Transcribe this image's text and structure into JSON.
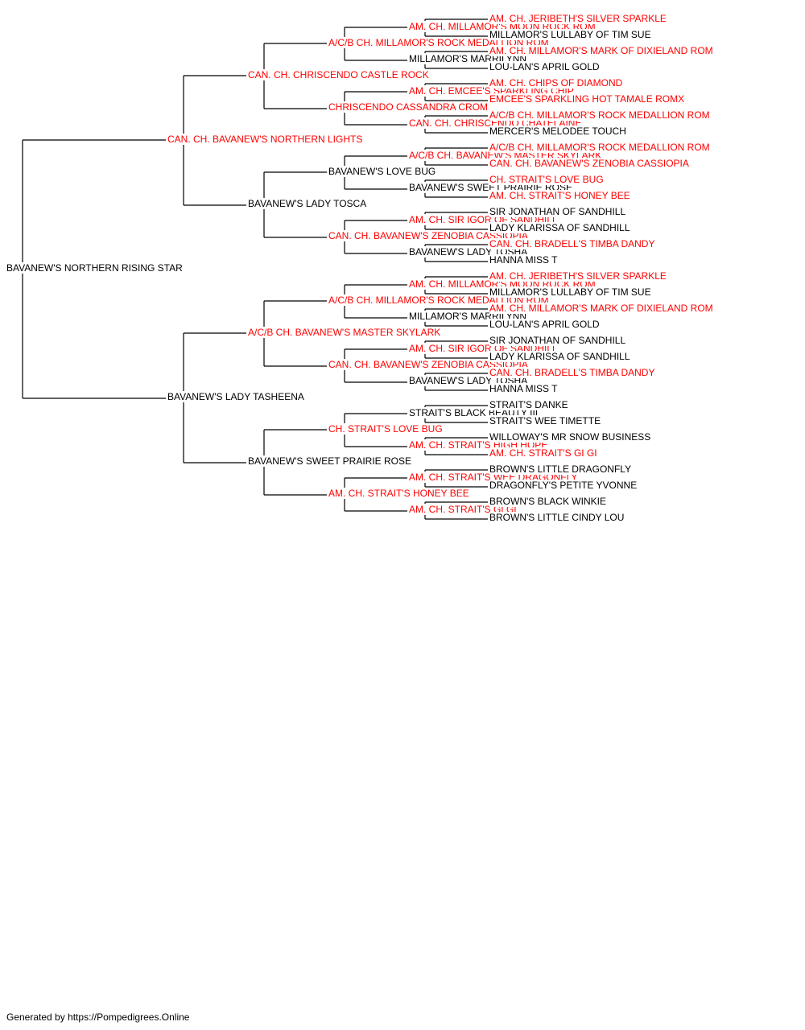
{
  "colors": {
    "champion": "#ff0000",
    "regular": "#000000",
    "line": "#000000"
  },
  "tree": {
    "name": "BAVANEW'S NORTHERN RISING STAR",
    "ch": false,
    "sire": {
      "name": "CAN. CH. BAVANEW'S NORTHERN LIGHTS",
      "ch": true,
      "sire": {
        "name": "CAN. CH. CHRISCENDO CASTLE ROCK",
        "ch": true,
        "sire": {
          "name": "A/C/B CH. MILLAMOR'S ROCK MEDALLION ROM",
          "ch": true,
          "sire": {
            "name": "AM. CH. MILLAMOR'S MOON ROCK ROM",
            "ch": true,
            "sire": {
              "name": "AM. CH. JERIBETH'S SILVER SPARKLE",
              "ch": true
            },
            "dam": {
              "name": "MILLAMOR'S LULLABY OF TIM SUE",
              "ch": false
            }
          },
          "dam": {
            "name": "MILLAMOR'S MARRILYNN",
            "ch": false,
            "sire": {
              "name": "AM. CH. MILLAMOR'S MARK OF DIXIELAND ROM",
              "ch": true
            },
            "dam": {
              "name": "LOU-LAN'S APRIL GOLD",
              "ch": false
            }
          }
        },
        "dam": {
          "name": "CHRISCENDO CASSANDRA CROM",
          "ch": true,
          "sire": {
            "name": "AM. CH. EMCEE'S SPARKLING CHIP",
            "ch": true,
            "sire": {
              "name": "AM. CH. CHIPS OF DIAMOND",
              "ch": true
            },
            "dam": {
              "name": "EMCEE'S SPARKLING HOT TAMALE ROMX",
              "ch": true
            }
          },
          "dam": {
            "name": "CAN. CH. CHRISCENDO CHATELAINE",
            "ch": true,
            "sire": {
              "name": "A/C/B CH. MILLAMOR'S ROCK MEDALLION ROM",
              "ch": true
            },
            "dam": {
              "name": "MERCER'S MELODEE TOUCH",
              "ch": false
            }
          }
        }
      },
      "dam": {
        "name": "BAVANEW'S LADY TOSCA",
        "ch": false,
        "sire": {
          "name": "BAVANEW'S LOVE BUG",
          "ch": false,
          "sire": {
            "name": "A/C/B CH. BAVANEW'S MASTER SKYLARK",
            "ch": true,
            "sire": {
              "name": "A/C/B CH. MILLAMOR'S ROCK MEDALLION ROM",
              "ch": true
            },
            "dam": {
              "name": "CAN. CH. BAVANEW'S ZENOBIA CASSIOPIA",
              "ch": true
            }
          },
          "dam": {
            "name": "BAVANEW'S SWEET PRAIRIE ROSE",
            "ch": false,
            "sire": {
              "name": "CH. STRAIT'S LOVE BUG",
              "ch": true
            },
            "dam": {
              "name": "AM. CH. STRAIT'S HONEY BEE",
              "ch": true
            }
          }
        },
        "dam": {
          "name": "CAN. CH. BAVANEW'S ZENOBIA CASSIOPIA",
          "ch": true,
          "sire": {
            "name": "AM. CH. SIR IGOR OF SANDHILL",
            "ch": true,
            "sire": {
              "name": "SIR JONATHAN OF SANDHILL",
              "ch": false
            },
            "dam": {
              "name": "LADY KLARISSA OF SANDHILL",
              "ch": false
            }
          },
          "dam": {
            "name": "BAVANEW'S LADY TOSHA",
            "ch": false,
            "sire": {
              "name": "CAN. CH. BRADELL'S TIMBA DANDY",
              "ch": true
            },
            "dam": {
              "name": "HANNA MISS T",
              "ch": false
            }
          }
        }
      }
    },
    "dam": {
      "name": "BAVANEW'S LADY TASHEENA",
      "ch": false,
      "sire": {
        "name": "A/C/B CH. BAVANEW'S MASTER SKYLARK",
        "ch": true,
        "sire": {
          "name": "A/C/B CH. MILLAMOR'S ROCK MEDALLION ROM",
          "ch": true,
          "sire": {
            "name": "AM. CH. MILLAMOR'S MOON ROCK ROM",
            "ch": true,
            "sire": {
              "name": "AM. CH. JERIBETH'S SILVER SPARKLE",
              "ch": true
            },
            "dam": {
              "name": "MILLAMOR'S LULLABY OF TIM SUE",
              "ch": false
            }
          },
          "dam": {
            "name": "MILLAMOR'S MARRILYNN",
            "ch": false,
            "sire": {
              "name": "AM. CH. MILLAMOR'S MARK OF DIXIELAND ROM",
              "ch": true
            },
            "dam": {
              "name": "LOU-LAN'S APRIL GOLD",
              "ch": false
            }
          }
        },
        "dam": {
          "name": "CAN. CH. BAVANEW'S ZENOBIA CASSIOPIA",
          "ch": true,
          "sire": {
            "name": "AM. CH. SIR IGOR OF SANDHILL",
            "ch": true,
            "sire": {
              "name": "SIR JONATHAN OF SANDHILL",
              "ch": false
            },
            "dam": {
              "name": "LADY KLARISSA OF SANDHILL",
              "ch": false
            }
          },
          "dam": {
            "name": "BAVANEW'S LADY TOSHA",
            "ch": false,
            "sire": {
              "name": "CAN. CH. BRADELL'S TIMBA DANDY",
              "ch": true
            },
            "dam": {
              "name": "HANNA MISS T",
              "ch": false
            }
          }
        }
      },
      "dam": {
        "name": "BAVANEW'S SWEET PRAIRIE ROSE",
        "ch": false,
        "sire": {
          "name": "CH. STRAIT'S LOVE BUG",
          "ch": true,
          "sire": {
            "name": "STRAIT'S BLACK BEAUTY III",
            "ch": false,
            "sire": {
              "name": "STRAIT'S DANKE",
              "ch": false
            },
            "dam": {
              "name": "STRAIT'S WEE TIMETTE",
              "ch": false
            }
          },
          "dam": {
            "name": "AM. CH. STRAIT'S HIGH HOPE",
            "ch": true,
            "sire": {
              "name": "WILLOWAY'S MR SNOW BUSINESS",
              "ch": false
            },
            "dam": {
              "name": "AM. CH. STRAIT'S GI GI",
              "ch": true
            }
          }
        },
        "dam": {
          "name": "AM. CH. STRAIT'S HONEY BEE",
          "ch": true,
          "sire": {
            "name": "AM. CH. STRAIT'S WEE DRAGONFLY",
            "ch": true,
            "sire": {
              "name": "BROWN'S LITTLE DRAGONFLY",
              "ch": false
            },
            "dam": {
              "name": "DRAGONFLY'S PETITE YVONNE",
              "ch": false
            }
          },
          "dam": {
            "name": "AM. CH. STRAIT'S GI GI",
            "ch": true,
            "sire": {
              "name": "BROWN'S BLACK WINKIE",
              "ch": false
            },
            "dam": {
              "name": "BROWN'S LITTLE CINDY LOU",
              "ch": false
            }
          }
        }
      }
    }
  },
  "footer": "Generated by https://Pompedigrees.Online"
}
